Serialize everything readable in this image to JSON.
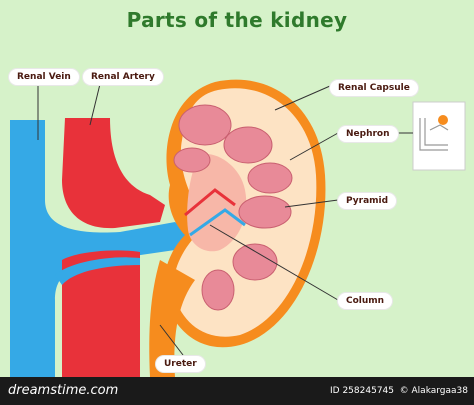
{
  "title": "Parts of the kidney",
  "labels": {
    "renal_vein": "Renal Vein",
    "renal_artery": "Renal Artery",
    "renal_capsule": "Renal Capsule",
    "nephron": "Nephron",
    "pyramid": "Pyramid",
    "column": "Column",
    "ureter": "Ureter"
  },
  "footer": {
    "brand": "dreamstime.com",
    "id": "ID 258245745",
    "author": "© Alakargaa38"
  },
  "colors": {
    "background": "#d6f2c9",
    "vein": "#35a9e6",
    "artery": "#e8323a",
    "cortex": "#fde3c4",
    "capsule": "#f68c1e",
    "pyramid": "#e88a98",
    "title": "#2f7a2c"
  }
}
